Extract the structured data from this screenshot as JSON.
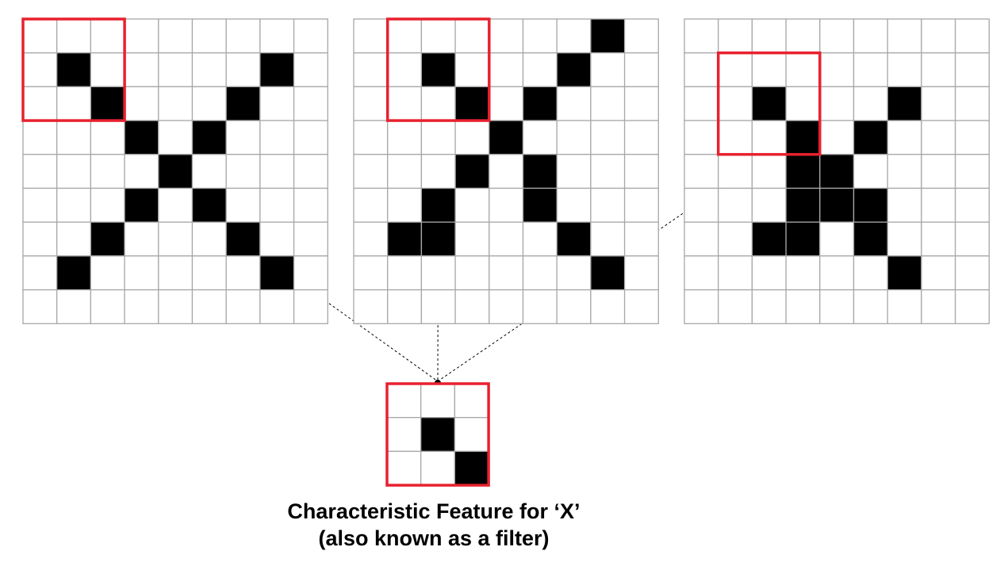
{
  "caption": {
    "line1": "Characteristic Feature for ‘X’",
    "line2": "(also known as a filter)"
  },
  "colors": {
    "grid_line": "#a8a8a8",
    "filled": "#000000",
    "empty": "#ffffff",
    "highlight": "#e8212f",
    "connector": "#000000"
  },
  "grids": [
    {
      "id": "grid-left",
      "size": 9,
      "filled": [
        [
          1,
          1
        ],
        [
          1,
          7
        ],
        [
          2,
          2
        ],
        [
          2,
          6
        ],
        [
          3,
          3
        ],
        [
          3,
          5
        ],
        [
          4,
          4
        ],
        [
          5,
          3
        ],
        [
          5,
          5
        ],
        [
          6,
          2
        ],
        [
          6,
          6
        ],
        [
          7,
          1
        ],
        [
          7,
          7
        ]
      ],
      "highlight": {
        "row": 0,
        "col": 0,
        "size": 3
      }
    },
    {
      "id": "grid-middle",
      "size": 9,
      "filled": [
        [
          0,
          7
        ],
        [
          1,
          2
        ],
        [
          1,
          6
        ],
        [
          2,
          3
        ],
        [
          2,
          5
        ],
        [
          3,
          4
        ],
        [
          4,
          3
        ],
        [
          4,
          5
        ],
        [
          5,
          2
        ],
        [
          5,
          5
        ],
        [
          6,
          1
        ],
        [
          6,
          2
        ],
        [
          6,
          6
        ],
        [
          7,
          7
        ]
      ],
      "highlight": {
        "row": 0,
        "col": 1,
        "size": 3
      }
    },
    {
      "id": "grid-right",
      "size": 9,
      "filled": [
        [
          2,
          2
        ],
        [
          2,
          6
        ],
        [
          3,
          3
        ],
        [
          3,
          5
        ],
        [
          4,
          3
        ],
        [
          4,
          4
        ],
        [
          5,
          3
        ],
        [
          5,
          4
        ],
        [
          5,
          5
        ],
        [
          6,
          2
        ],
        [
          6,
          3
        ],
        [
          6,
          5
        ],
        [
          7,
          6
        ]
      ],
      "highlight": {
        "row": 1,
        "col": 1,
        "size": 3
      }
    }
  ],
  "filter": {
    "id": "filter",
    "size": 3,
    "filled": [
      [
        1,
        1
      ],
      [
        2,
        2
      ]
    ]
  }
}
